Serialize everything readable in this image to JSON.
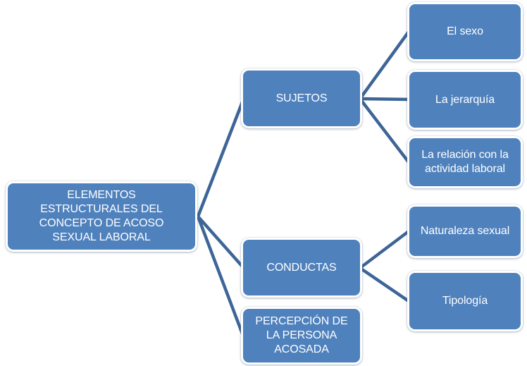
{
  "colors": {
    "background": "#FFFFFF",
    "node_fill": "#4F81BD",
    "node_border": "#FFFFFF",
    "connector": "#3D6597",
    "text": "#FFFFFF"
  },
  "nodes": {
    "root": "ELEMENTOS ESTRUCTURALES DEL CONCEPTO DE ACOSO SEXUAL LABORAL",
    "sujetos": "SUJETOS",
    "conductas": "CONDUCTAS",
    "percepcion": "PERCEPCIÓN DE LA PERSONA ACOSADA",
    "el_sexo": "El sexo",
    "la_jerarquia": "La jerarquía",
    "la_relacion": "La relación con la actividad laboral",
    "naturaleza_sexual": "Naturaleza sexual",
    "tipologia": "Tipología"
  },
  "edges": [
    {
      "from": "root",
      "to": "sujetos"
    },
    {
      "from": "root",
      "to": "conductas"
    },
    {
      "from": "root",
      "to": "percepcion"
    },
    {
      "from": "sujetos",
      "to": "el_sexo"
    },
    {
      "from": "sujetos",
      "to": "la_jerarquia"
    },
    {
      "from": "sujetos",
      "to": "la_relacion"
    },
    {
      "from": "conductas",
      "to": "naturaleza_sexual"
    },
    {
      "from": "conductas",
      "to": "tipologia"
    }
  ]
}
